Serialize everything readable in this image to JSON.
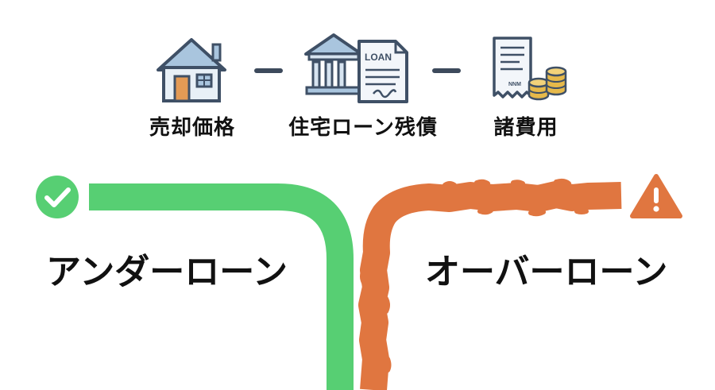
{
  "formula": {
    "items": [
      {
        "label": "売却価格",
        "icon": "house-icon"
      },
      {
        "label": "住宅ローン残債",
        "icon": "bank-loan-document-icon"
      },
      {
        "label": "諸費用",
        "icon": "receipt-coins-icon"
      }
    ],
    "operator_icon": "minus-icon",
    "loan_doc_text": "LOAN",
    "receipt_text": "NNM"
  },
  "outcomes": {
    "under": {
      "label": "アンダーローン",
      "color": "#57cf73",
      "icon": "check-circle-icon"
    },
    "over": {
      "label": "オーバーローン",
      "color": "#e07640",
      "icon": "warning-triangle-icon"
    }
  },
  "colors": {
    "operator": "#3d4a5c",
    "icon_outline": "#3f5066",
    "icon_fill_blue": "#a9c5de"
  }
}
